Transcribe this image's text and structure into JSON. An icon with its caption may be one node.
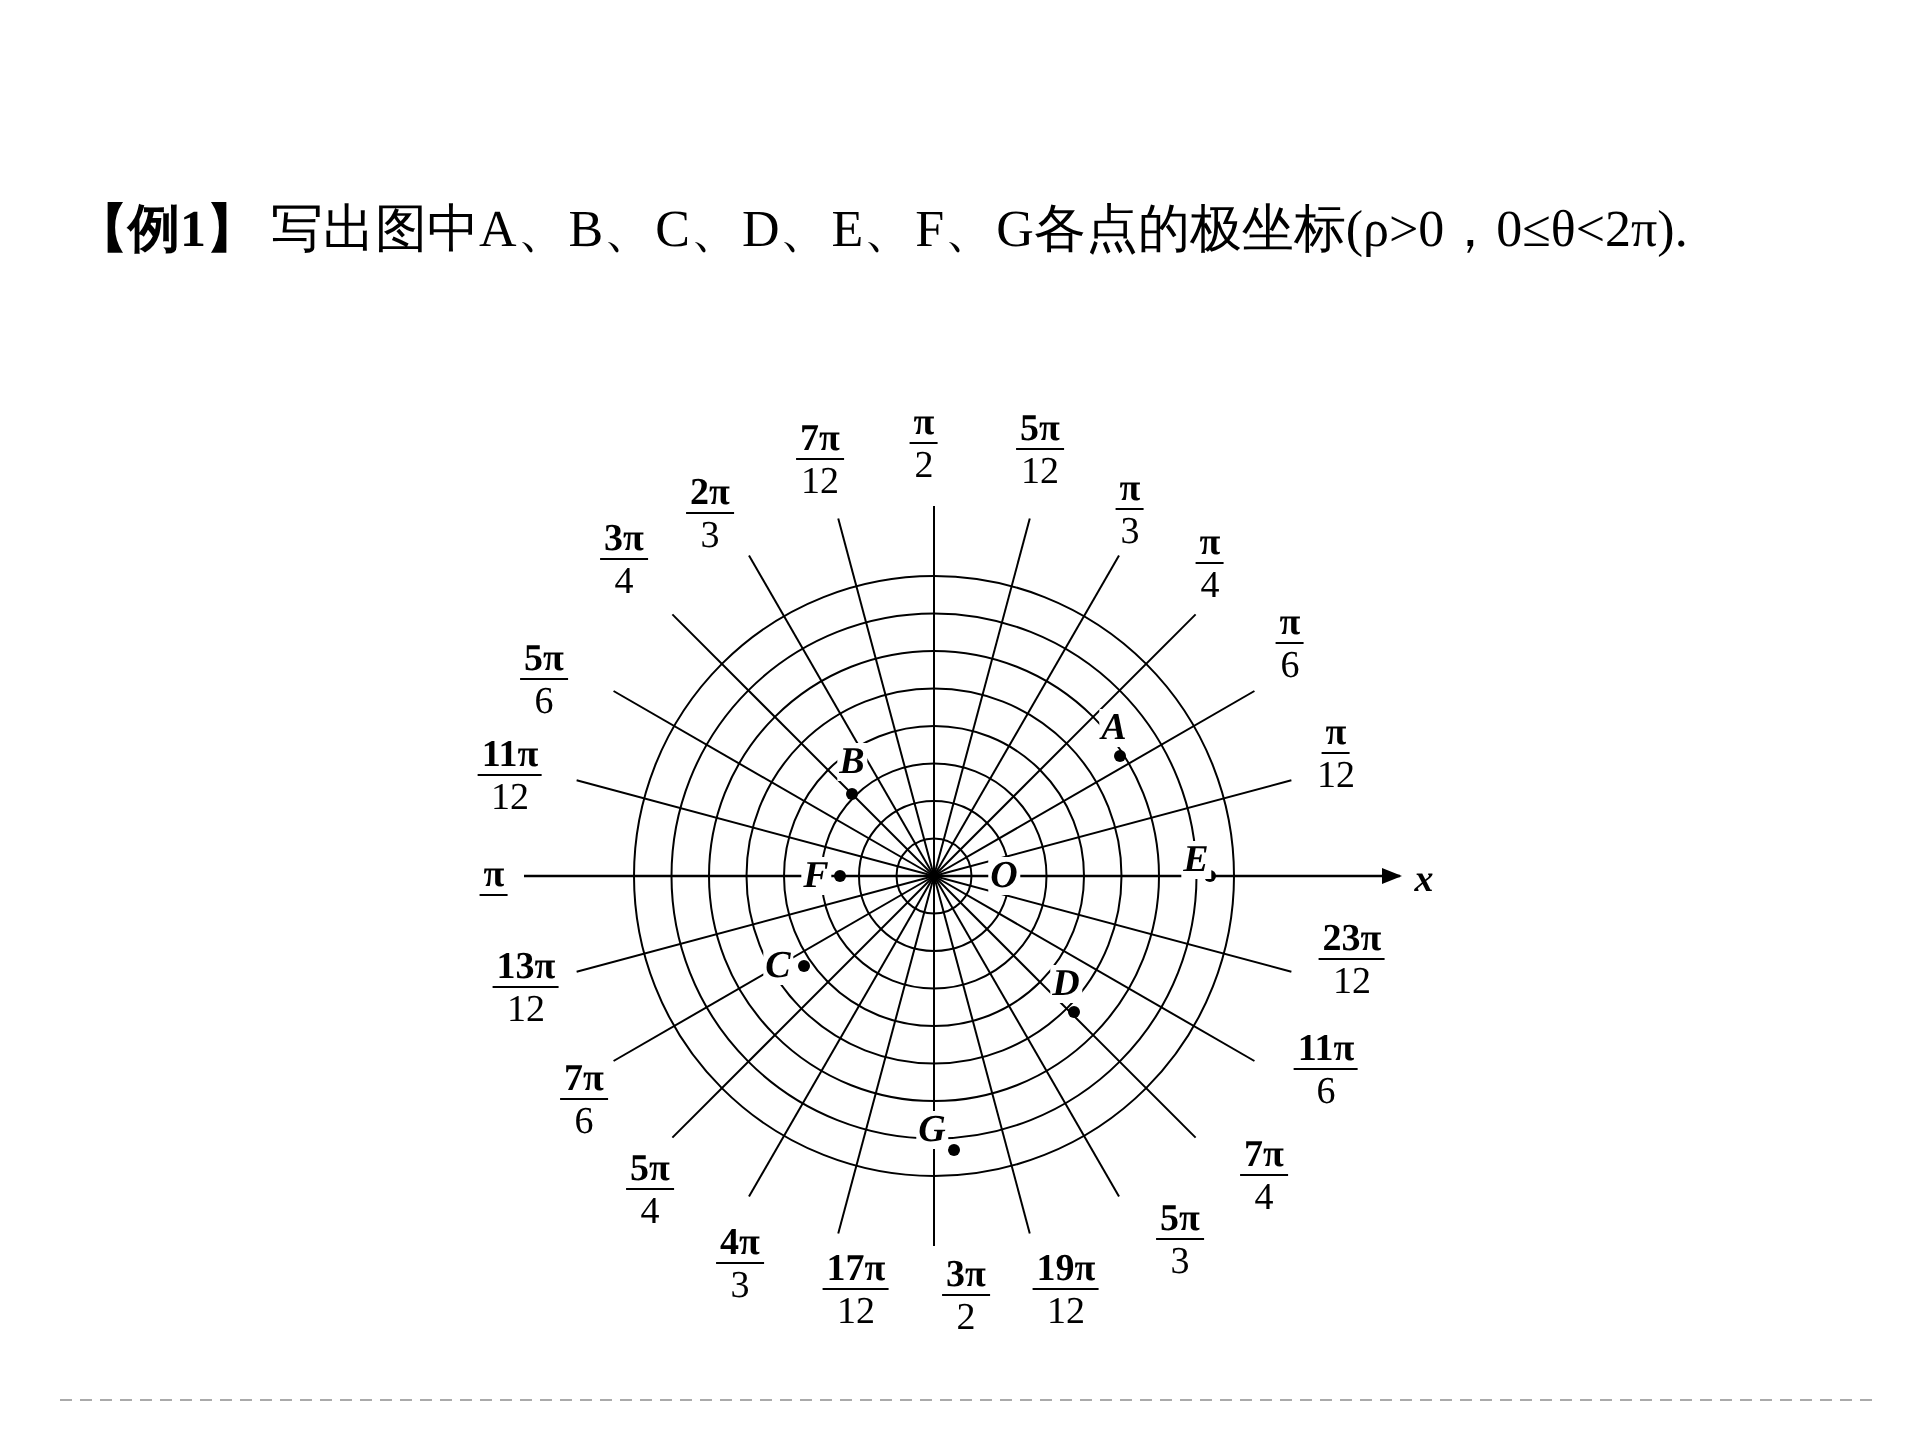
{
  "diagram": {
    "title": "**【例1】** 写出图中A、B、C、D、E、F、G各点的极坐标(ρ>0，0≤θ<2π).",
    "labels": [
      "π",
      "12",
      "π",
      "6",
      "π",
      "4",
      "π",
      "3",
      "5π",
      "12",
      "π",
      "2",
      "7π",
      "12",
      "2π",
      "3",
      "3π",
      "4",
      "5π",
      "6",
      "11π",
      "12",
      "π",
      "13π",
      "12",
      "7π",
      "6",
      "5π",
      "4",
      "4π",
      "3",
      "17π",
      "12",
      "3π",
      "2",
      "19π",
      "12",
      "5π",
      "3",
      "7π",
      "4",
      "11π",
      "6",
      "23π",
      "12",
      "A",
      "B",
      "C",
      "D",
      "E",
      "F",
      "G",
      "O",
      "x"
    ]
  }
}
